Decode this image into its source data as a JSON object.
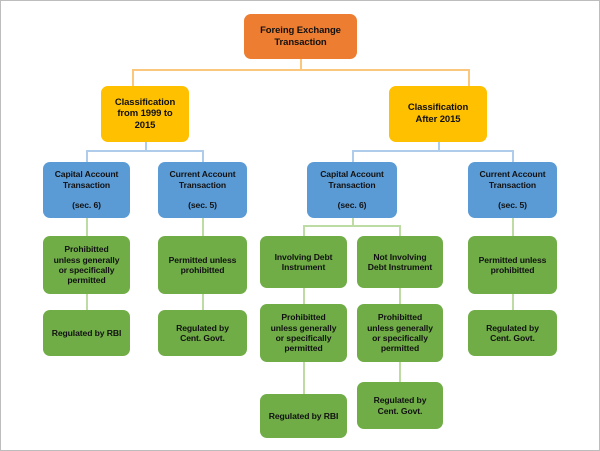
{
  "diagram": {
    "title": "Foreign Exchange Transaction Classification Flowchart",
    "colors": {
      "root_box": "#ED7D31",
      "classification_box": "#FFC000",
      "transaction_box": "#5B9BD5",
      "outcome_box": "#70AD47",
      "connector_orange": "#FBC77D",
      "connector_blue": "#AFCDEA",
      "connector_green": "#BDDCA4",
      "frame_border": "#bdbdbd",
      "background": "#ffffff",
      "text": "#111111"
    },
    "nodes": {
      "root": "Foreing Exchange\nTransaction",
      "classification_old": "Classification\nfrom 1999 to\n2015",
      "classification_new": "Classification\nAfter 2015",
      "old_capital": "Capital Account\nTransaction\n\n(sec. 6)",
      "old_current": "Current Account\nTransaction\n\n(sec. 5)",
      "new_capital": "Capital Account\nTransaction\n\n(sec. 6)",
      "new_current": "Current Account\nTransaction\n\n(sec. 5)",
      "old_capital_rule": "Prohibitted\nunless generally\nor specifically\npermitted",
      "old_capital_regulator": "Regulated by RBI",
      "old_current_rule": "Permitted unless\nprohibitted",
      "old_current_regulator": "Regulated by\nCent. Govt.",
      "new_capital_debt": "Involving Debt\nInstrument",
      "new_capital_nondebt": "Not Involving\nDebt Instrument",
      "new_capital_debt_rule": "Prohibitted\nunless generally\nor specifically\npermitted",
      "new_capital_nondebt_rule": "Prohibitted\nunless generally\nor specifically\npermitted",
      "new_capital_debt_regulator": "Regulated by RBI",
      "new_capital_nondebt_regulator": "Regulated by\nCent. Govt.",
      "new_current_rule": "Permitted unless\nprohibitted",
      "new_current_regulator": "Regulated by\nCent. Govt."
    }
  }
}
